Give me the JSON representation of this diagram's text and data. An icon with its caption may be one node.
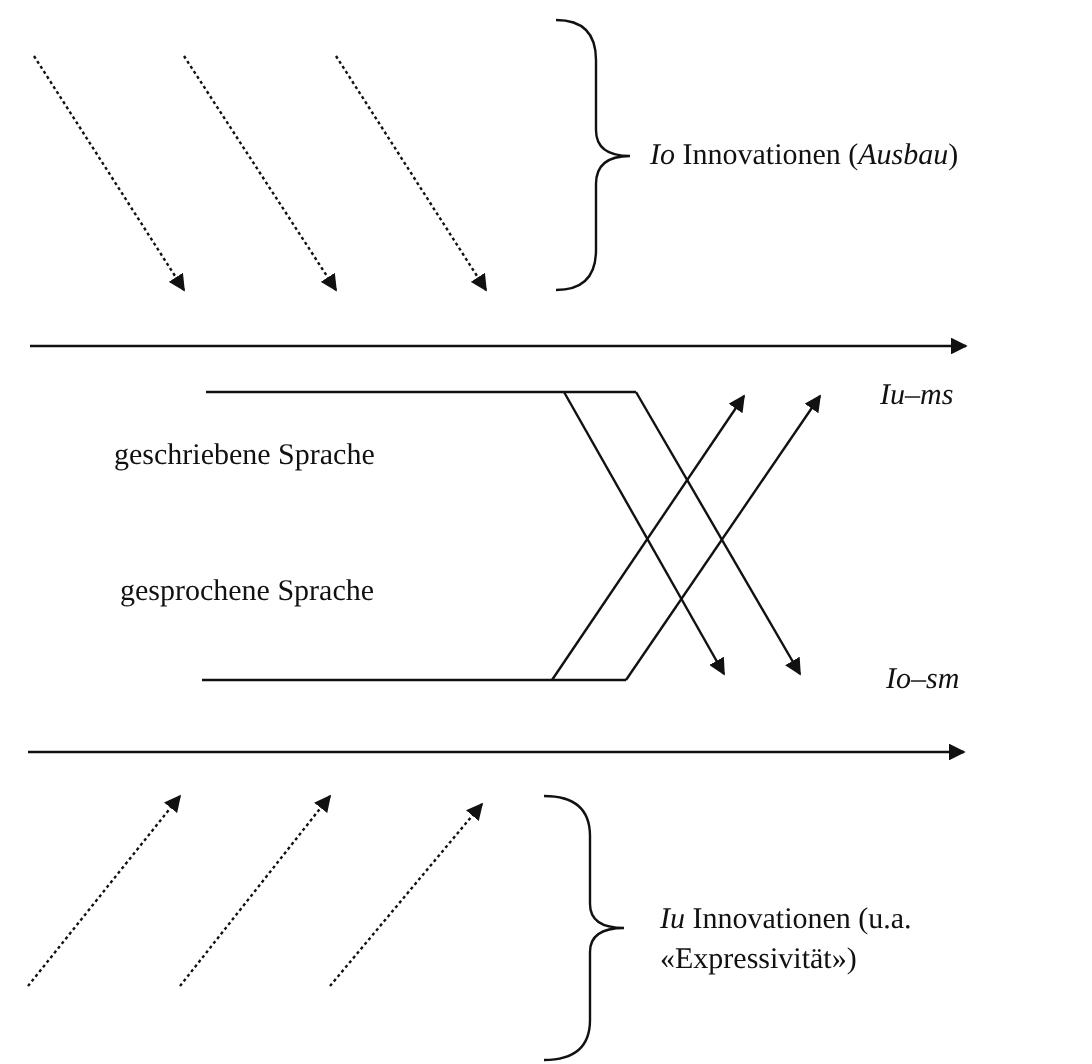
{
  "diagram": {
    "labels": [
      "*Io* Innovationen (*Ausbau*)",
      "Iu–ms",
      "geschriebene Sprache",
      "gesprochene Sprache",
      "Io–sm",
      "*Iu* Innovationen (u.a. «Expressivität»)"
    ]
  }
}
